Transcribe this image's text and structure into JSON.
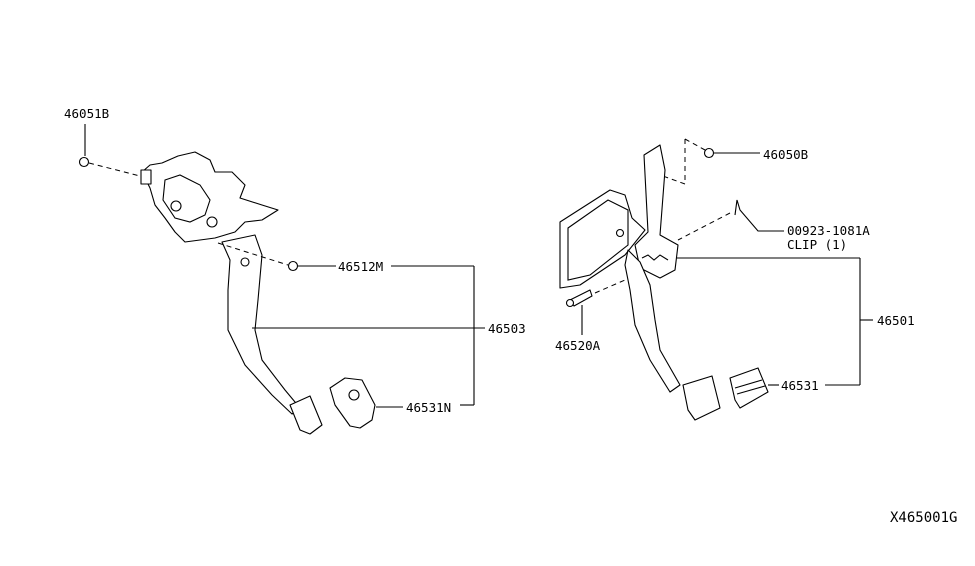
{
  "diagram": {
    "code": "X465001G",
    "left_assembly": {
      "labels": {
        "nut": "46051B",
        "clip": "46512M",
        "pedal": "46503",
        "pad": "46531N"
      }
    },
    "right_assembly": {
      "labels": {
        "nut": "46050B",
        "clip_part": "00923-1081A",
        "clip_desc": "CLIP (1)",
        "pedal": "46501",
        "bolt": "46520A",
        "pad": "46531"
      }
    }
  }
}
